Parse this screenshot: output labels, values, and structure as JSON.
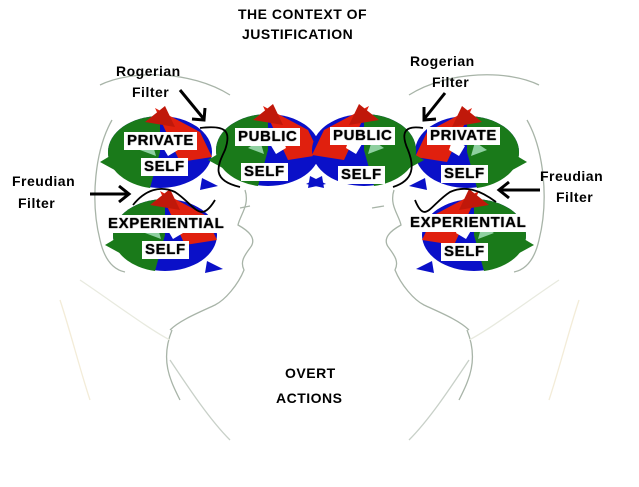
{
  "title": {
    "line1": "THE CONTEXT OF",
    "line2": "JUSTIFICATION"
  },
  "bottom": {
    "line1": "OVERT",
    "line2": "ACTIONS"
  },
  "left_person": {
    "rogerian": {
      "line1": "Rogerian",
      "line2": "Filter"
    },
    "freudian": {
      "line1": "Freudian",
      "line2": "Filter"
    },
    "private_self": {
      "top": "PRIVATE",
      "bottom": "SELF"
    },
    "public_self": {
      "top": "PUBLIC",
      "bottom": "SELF"
    },
    "experiential_self": {
      "top": "EXPERIENTIAL",
      "bottom": "SELF"
    }
  },
  "right_person": {
    "rogerian": {
      "line1": "Rogerian",
      "line2": "Filter"
    },
    "freudian": {
      "line1": "Freudian",
      "line2": "Filter"
    },
    "private_self": {
      "top": "PRIVATE",
      "bottom": "SELF"
    },
    "public_self": {
      "top": "PUBLIC",
      "bottom": "SELF"
    },
    "experiential_self": {
      "top": "EXPERIENTIAL",
      "bottom": "SELF"
    }
  },
  "colors": {
    "green": "#1a7a1a",
    "red": "#e0200e",
    "blue": "#0a10c8",
    "sketch": "#a8b4a8"
  }
}
